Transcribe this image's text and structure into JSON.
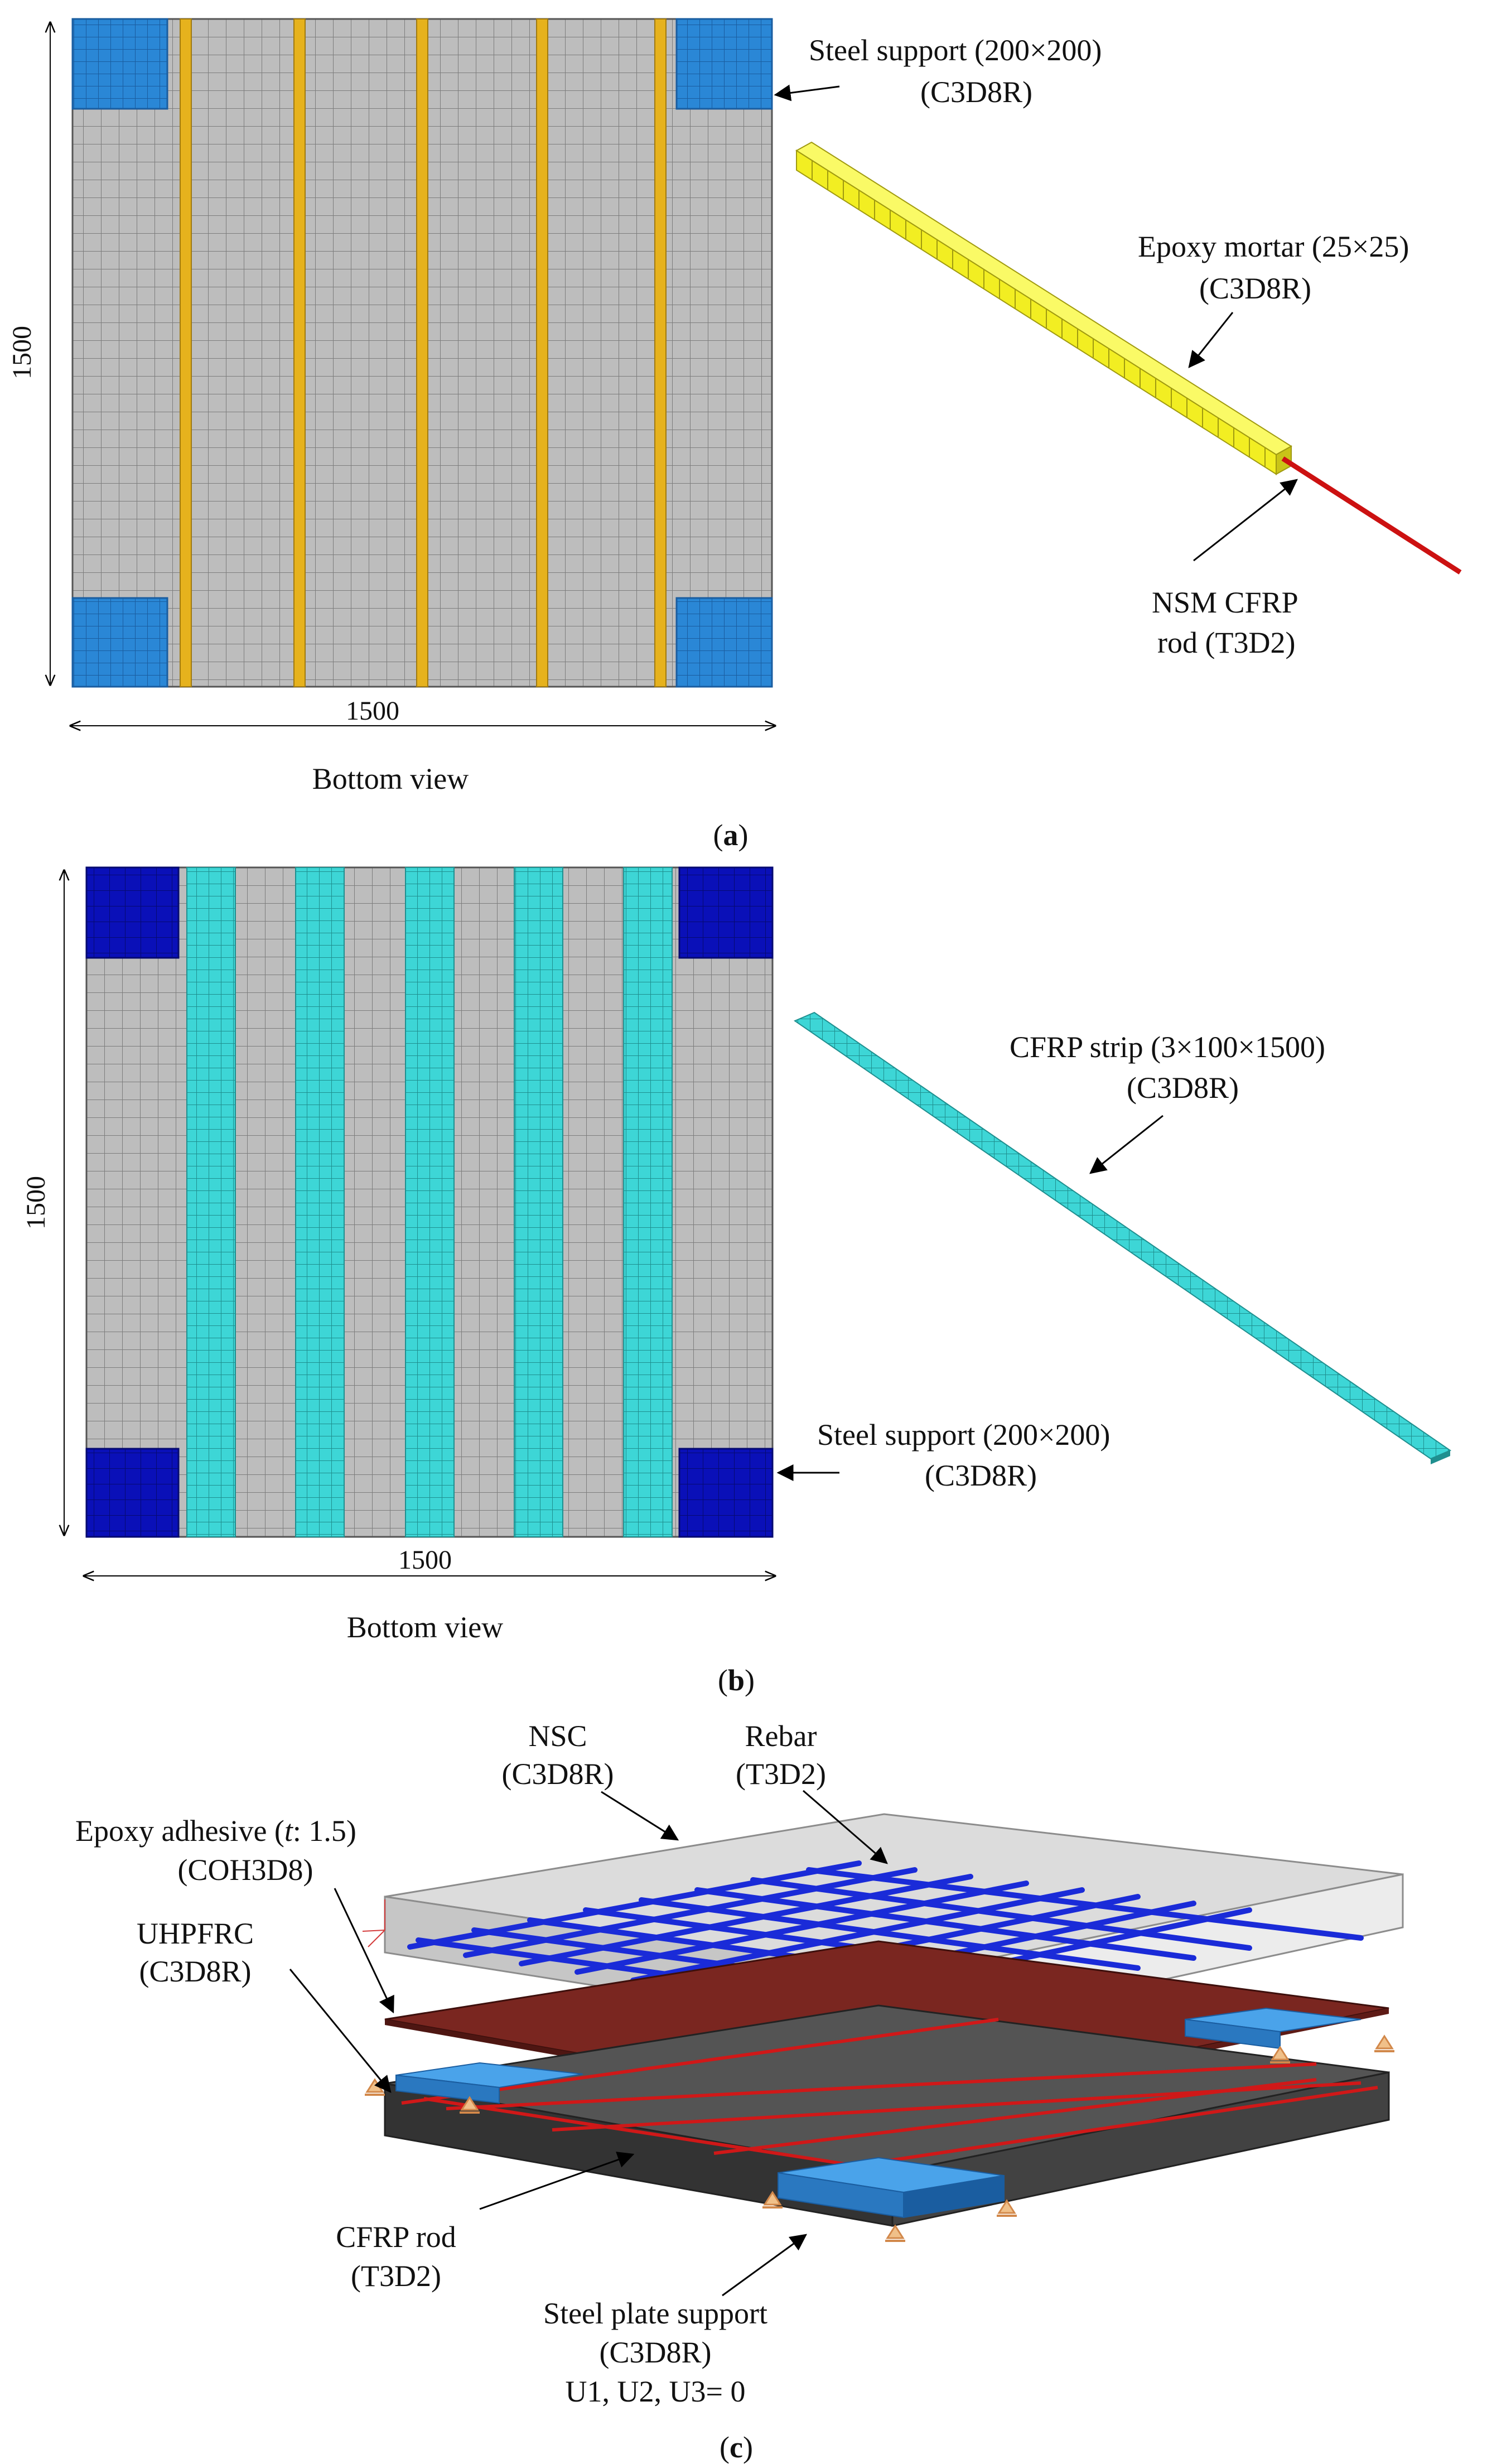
{
  "panel_a": {
    "labels": {
      "steel_support": [
        "Steel support (200×200)",
        "(C3D8R)"
      ],
      "epoxy_mortar": [
        "Epoxy mortar (25×25)",
        "(C3D8R)"
      ],
      "nsm_rod": [
        "NSM CFRP",
        "rod (T3D2)"
      ],
      "dim_vertical": "1500",
      "dim_horizontal": "1500",
      "view": "Bottom view",
      "caption_open": "(",
      "caption_letter": "a",
      "caption_close": ")"
    },
    "colors": {
      "concrete": "#bdbdbd",
      "support": "#2a87d6",
      "rod": "#e6b21d",
      "mortar": "#f2ee22",
      "line": "#cc1111"
    }
  },
  "panel_b": {
    "labels": {
      "cfrp_strip": [
        "CFRP strip (3×100×1500)",
        "(C3D8R)"
      ],
      "steel_support": [
        "Steel support (200×200)",
        "(C3D8R)"
      ],
      "dim_vertical": "1500",
      "dim_horizontal": "1500",
      "view": "Bottom view",
      "caption_open": "(",
      "caption_letter": "b",
      "caption_close": ")"
    },
    "colors": {
      "concrete": "#bdbdbd",
      "support": "#0a10b8",
      "strip": "#3dd6d6"
    }
  },
  "panel_c": {
    "labels": {
      "nsc": [
        "NSC",
        "(C3D8R)"
      ],
      "rebar": [
        "Rebar",
        "(T3D2)"
      ],
      "epoxy_pre": "Epoxy adhesive (",
      "epoxy_t": "t",
      "epoxy_post": ": 1.5)",
      "epoxy_line2": "(COH3D8)",
      "uhpfrc": [
        "UHPFRC",
        "(C3D8R)"
      ],
      "cfrp_rod": [
        "CFRP rod",
        "(T3D2)"
      ],
      "steel_plate": [
        "Steel plate support",
        "(C3D8R)",
        "U1, U2, U3= 0"
      ],
      "caption_open": "(",
      "caption_letter": "c",
      "caption_close": ")"
    },
    "colors": {
      "nsc": "#cfcfcf",
      "rebar": "#1a2bd8",
      "epoxy": "#7a2620",
      "uhpfrc": "#444444",
      "plate": "#2a8ee0",
      "rod": "#d01818",
      "bc": "#e8b070"
    }
  }
}
